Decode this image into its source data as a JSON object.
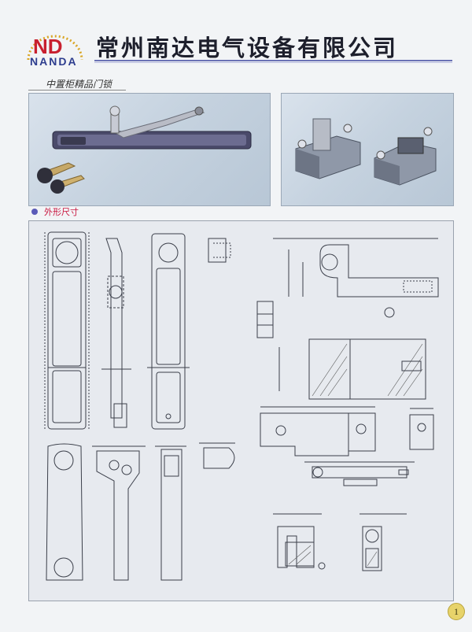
{
  "header": {
    "logo_mark": "ND",
    "logo_text": "NANDA",
    "company_name": "常州南达电气设备有限公司"
  },
  "product": {
    "title": "中置柜精品门锁"
  },
  "drawing_section": {
    "title": "外形尺寸"
  },
  "footer": {
    "page_number": "1"
  },
  "colors": {
    "brand_blue": "#2d3d8e",
    "logo_red": "#c8202f",
    "section_red": "#c9163f",
    "bullet": "#5b5bb8",
    "drawing_line": "#3b3f4a"
  }
}
